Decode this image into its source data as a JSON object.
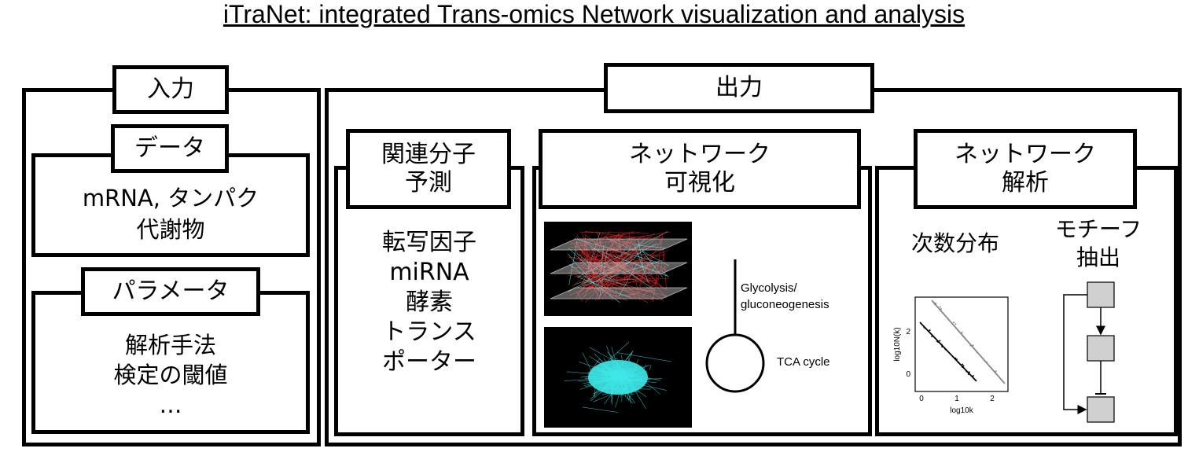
{
  "title": "iTraNet: integrated Trans-omics Network visualization and analysis",
  "input": {
    "header": "入力",
    "data": {
      "header": "データ",
      "content": "mRNA, タンパク\n代謝物"
    },
    "params": {
      "header": "パラメータ",
      "content": "解析手法\n検定の閾値\n…"
    }
  },
  "output": {
    "header": "出力",
    "prediction": {
      "header": "関連分子\n予測",
      "content": "転写因子\nmiRNA\n酵素\nトランス\nポーター"
    },
    "visualization": {
      "header": "ネットワーク\n可視化",
      "pathway_label_1": "Glycolysis/\ngluconeogenesis",
      "pathway_label_2": "TCA cycle"
    },
    "analysis": {
      "header": "ネットワーク\n解析",
      "degree_label": "次数分布",
      "motif_label": "モチーフ\n抽出",
      "plot_ylabel": "log10N(k)",
      "plot_xlabel": "log10k",
      "plot_xticks": [
        "0",
        "1",
        "2"
      ],
      "plot_yticks": [
        "2",
        "0"
      ]
    }
  },
  "colors": {
    "network_red": "#e32626",
    "network_cyan": "#3fe8e8",
    "node_gray": "#d0d0d0"
  }
}
